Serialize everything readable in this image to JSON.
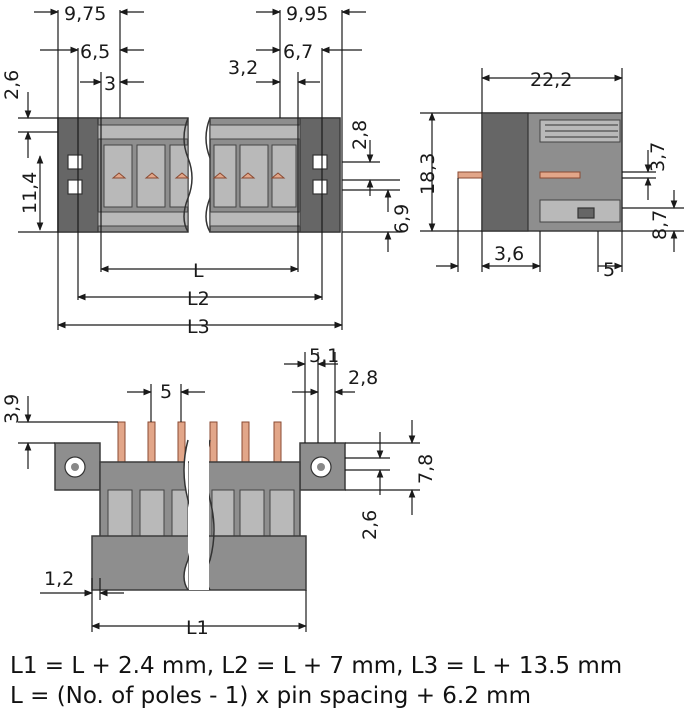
{
  "dimensions": {
    "top_left": [
      "9,75",
      "6,5",
      "3",
      "2,6",
      "11,4"
    ],
    "top_right": [
      "9,95",
      "6,7",
      "3,2",
      "2,8",
      "6,9"
    ],
    "side_view": [
      "22,2",
      "18,3",
      "3,7",
      "8,7",
      "3,6",
      "5"
    ],
    "bottom_view": [
      "5",
      "5,1",
      "2,8",
      "3,9",
      "7,8",
      "2,6",
      "1,2"
    ],
    "length_labels": [
      "L",
      "L2",
      "L3",
      "L1"
    ]
  },
  "formulas": {
    "line1": "L1 = L + 2.4 mm, L2 = L + 7 mm, L3 = L + 13.5 mm",
    "line2": "L = (No. of poles - 1) x pin spacing + 6.2 mm"
  }
}
